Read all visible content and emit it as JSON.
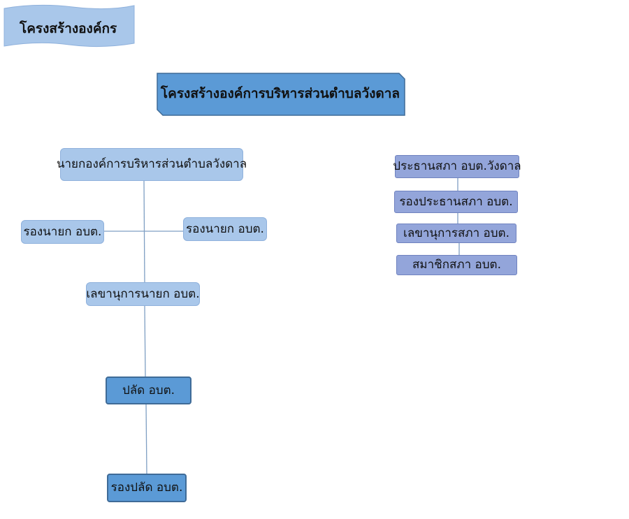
{
  "banner": {
    "label": "โครงสร้างองค์กร"
  },
  "title": {
    "label": "โครงสร้างองค์การบริหารส่วนตำบลวังดาล"
  },
  "executive": {
    "head": "นายกองค์การบริหารส่วนตำบลวังดาล",
    "deputy_left": "รองนายก อบต.",
    "deputy_right": "รองนายก อบต.",
    "secretary": "เลขานุการนายก อบต.",
    "clerk": "ปลัด อบต.",
    "deputy_clerk": "รองปลัด อบต."
  },
  "council": {
    "chair": "ประธานสภา อบต.วังดาล",
    "vice_chair": "รองประธานสภา อบต.",
    "secretary": "เลขานุการสภา อบต.",
    "members": "สมาชิกสภา อบต."
  },
  "colors": {
    "light_box": "#a9c7ea",
    "mid_box": "#5b9ad6",
    "council_box": "#93a5da",
    "connector": "#7f9fc3"
  }
}
